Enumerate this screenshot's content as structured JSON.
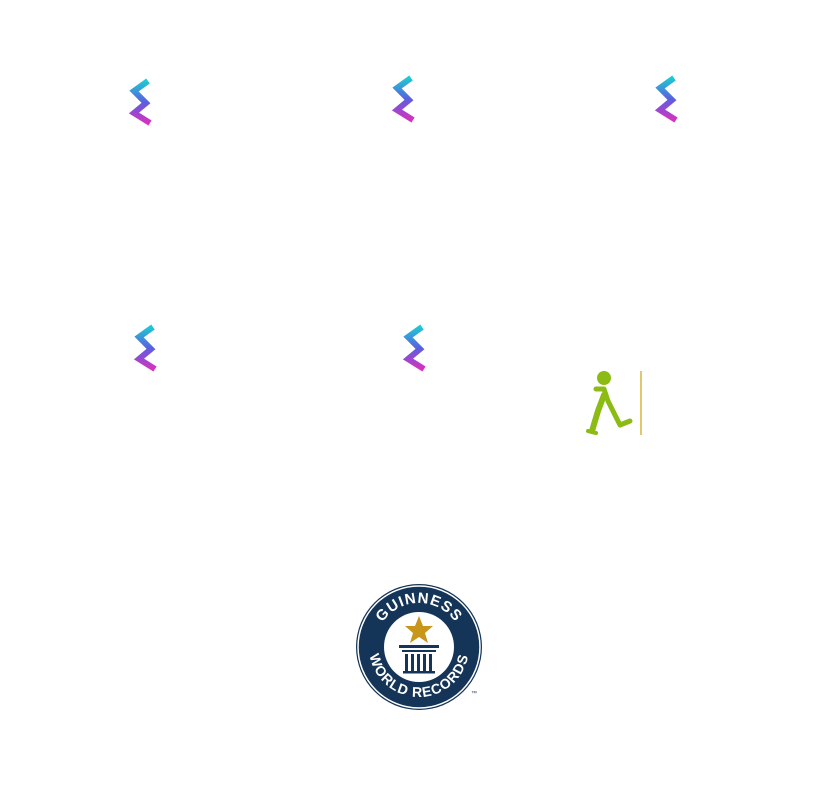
{
  "logos": {
    "sigma_logo": {
      "icon": "sigma-ribbon-icon",
      "gradient_top": "#1ecad3",
      "gradient_mid": "#5a5fe0",
      "gradient_bottom": "#d631c0"
    },
    "walker_logo": {
      "icon": "walking-figure-icon",
      "figure_color": "#8cbb13",
      "divider_color": "#d9b43a"
    },
    "guinness_badge": {
      "icon": "guinness-world-records-seal",
      "top_text": "GUINNESS",
      "bottom_text": "WORLD RECORDS",
      "tm": "™",
      "navy": "#143458",
      "gold": "#c8961a"
    }
  }
}
